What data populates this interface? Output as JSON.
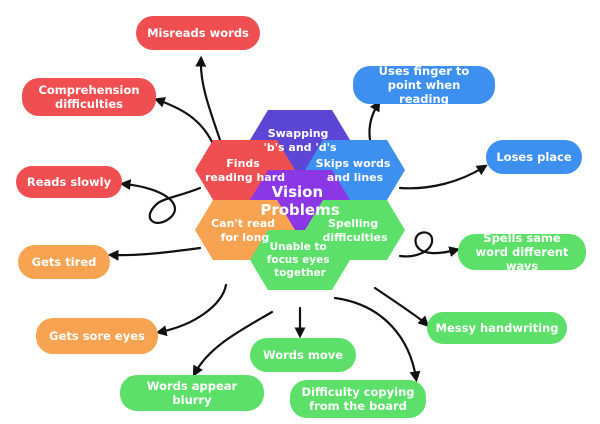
{
  "colors": {
    "red": "#f04f52",
    "blue": "#3d8ff0",
    "green": "#5ce06a",
    "orange": "#f7a352",
    "purple": "#5b46d6",
    "violet": "#8c37e6",
    "arrow": "#111111"
  },
  "center": {
    "line1": "Vision",
    "line2": "Problems"
  },
  "hexes": {
    "swapping": {
      "line1": "Swapping",
      "line2": "'b's and 'd's"
    },
    "finds": {
      "line1": "Finds",
      "line2": "reading hard"
    },
    "skips": {
      "line1": "Skips words",
      "line2": "and lines"
    },
    "cant": {
      "line1": "Can't read",
      "line2": "for long"
    },
    "spelling": {
      "line1": "Spelling",
      "line2": "difficulties"
    },
    "unable": {
      "line1": "Unable to",
      "line2": "focus eyes",
      "line3": "together"
    }
  },
  "pills": {
    "misreads": "Misreads words",
    "comprehension": "Comprehension difficulties",
    "reads_slowly": "Reads slowly",
    "gets_tired": "Gets tired",
    "sore_eyes": "Gets sore eyes",
    "uses_finger": "Uses finger to point when reading",
    "loses_place": "Loses place",
    "spells_same": "Spells same word different ways",
    "messy": "Messy handwriting",
    "words_move": "Words move",
    "blurry": "Words appear blurry",
    "copying": "Difficulty copying from the board"
  }
}
